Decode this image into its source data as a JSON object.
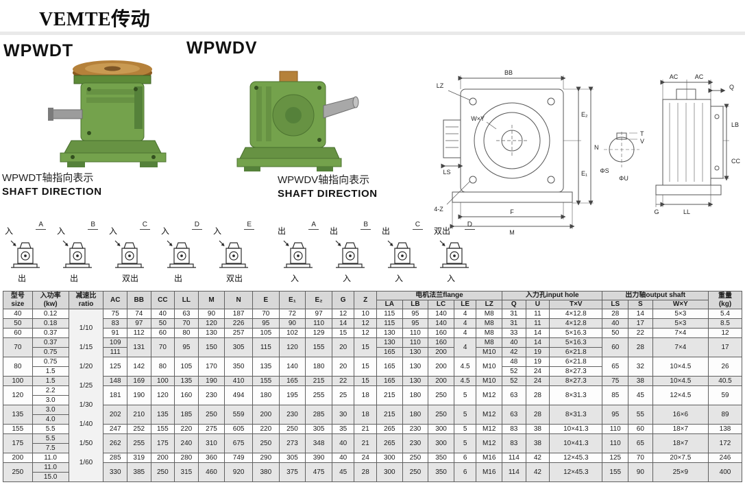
{
  "header": {
    "logo": "VEMTE传动"
  },
  "colors": {
    "body_green": "#74a24c",
    "bronze": "#b5813a",
    "table_header_bg": "#d8d8d8",
    "row_shade": "#e5e5e5",
    "divider": "#e9e9e9"
  },
  "products": {
    "wpwdt": {
      "title": "WPWDT",
      "caption_cn": "WPWDT轴指向表示",
      "caption_en": "SHAFT DIRECTION"
    },
    "wpwdv": {
      "title": "WPWDV",
      "caption_cn": "WPWDV轴指向表示",
      "caption_en": "SHAFT DIRECTION"
    }
  },
  "diagrams": {
    "wpwdt": [
      {
        "letter": "A",
        "top": "入",
        "bottom": "出"
      },
      {
        "letter": "B",
        "top": "入",
        "bottom": "出"
      },
      {
        "letter": "C",
        "top": "入",
        "bottom": "双出"
      },
      {
        "letter": "D",
        "top": "入",
        "bottom": "出"
      },
      {
        "letter": "E",
        "top": "入",
        "bottom": "双出"
      }
    ],
    "wpwdv": [
      {
        "letter": "A",
        "top": "出",
        "bottom": "入"
      },
      {
        "letter": "B",
        "top": "出",
        "bottom": "入"
      },
      {
        "letter": "C",
        "top": "出",
        "bottom": "入"
      },
      {
        "letter": "D",
        "top": "双出",
        "bottom": "入"
      }
    ]
  },
  "drawings": {
    "front": {
      "bb": "BB",
      "lz": "LZ",
      "wxy": "W×Y",
      "e2": "E₂",
      "n": "N",
      "e1": "E₁",
      "ls": "LS",
      "four_z": "4-Z",
      "f": "F",
      "m": "M",
      "t": "T",
      "v": "V",
      "phi_s": "ΦS",
      "phi_u": "ΦU"
    },
    "side": {
      "ac1": "AC",
      "ac2": "AC",
      "q": "Q",
      "lb": "LB",
      "cc": "CC",
      "ll": "LL",
      "g": "G"
    }
  },
  "table": {
    "header": [
      [
        {
          "lines": [
            "型号",
            "size"
          ],
          "rs": 2
        },
        {
          "lines": [
            "入功率",
            "(kw)"
          ],
          "rs": 2
        },
        {
          "lines": [
            "减速比",
            "ratio"
          ],
          "rs": 2
        },
        {
          "t": "AC",
          "rs": 2
        },
        {
          "t": "BB",
          "rs": 2
        },
        {
          "t": "CC",
          "rs": 2
        },
        {
          "t": "LL",
          "rs": 2
        },
        {
          "t": "M",
          "rs": 2
        },
        {
          "t": "N",
          "rs": 2
        },
        {
          "t": "E",
          "rs": 2
        },
        {
          "t": "E₁",
          "rs": 2
        },
        {
          "t": "E₂",
          "rs": 2
        },
        {
          "t": "G",
          "rs": 2
        },
        {
          "t": "Z",
          "rs": 2
        },
        {
          "t": "电机法兰flange",
          "cs": 5
        },
        {
          "t": "入力孔input hole",
          "cs": 3
        },
        {
          "t": "出力轴output shaft",
          "cs": 3
        },
        {
          "lines": [
            "重量",
            "(kg)"
          ],
          "rs": 2
        }
      ],
      [
        "LA",
        "LB",
        "LC",
        "LE",
        "LZ",
        "Q",
        "U",
        "T×V",
        "LS",
        "S",
        "W×Y"
      ]
    ],
    "rows": [
      {
        "shade": false,
        "cells": [
          "40",
          "0.12",
          {
            "lines": [
              "1/10",
              "1/15",
              "1/20",
              "1/25",
              "1/30",
              "1/40",
              "1/50",
              "1/60"
            ],
            "rs": 18,
            "cls": "ratio-cell"
          },
          "75",
          "74",
          "40",
          "63",
          "90",
          "187",
          "70",
          "72",
          "97",
          "12",
          "10",
          "115",
          "95",
          "140",
          "4",
          "M8",
          "31",
          "11",
          "4×12.8",
          "28",
          "14",
          "5×3",
          "5.4"
        ]
      },
      {
        "shade": true,
        "cells": [
          "50",
          "0.18",
          "83",
          "97",
          "50",
          "70",
          "120",
          "226",
          "95",
          "90",
          "110",
          "14",
          "12",
          "115",
          "95",
          "140",
          "4",
          "M8",
          "31",
          "11",
          "4×12.8",
          "40",
          "17",
          "5×3",
          "8.5"
        ]
      },
      {
        "shade": false,
        "cells": [
          "60",
          "0.37",
          "91",
          "112",
          "60",
          "80",
          "130",
          "257",
          "105",
          "102",
          "129",
          "15",
          "12",
          "130",
          "110",
          "160",
          "4",
          "M8",
          "33",
          "14",
          "5×16.3",
          "50",
          "22",
          "7×4",
          "12"
        ]
      },
      {
        "shade": true,
        "cells": [
          {
            "t": "70",
            "rs": 2
          },
          "0.37",
          "109",
          {
            "t": "131",
            "rs": 2
          },
          {
            "t": "70",
            "rs": 2
          },
          {
            "t": "95",
            "rs": 2
          },
          {
            "t": "150",
            "rs": 2
          },
          {
            "t": "305",
            "rs": 2
          },
          {
            "t": "115",
            "rs": 2
          },
          {
            "t": "120",
            "rs": 2
          },
          {
            "t": "155",
            "rs": 2
          },
          {
            "t": "20",
            "rs": 2
          },
          {
            "t": "15",
            "rs": 2
          },
          "130",
          "110",
          "160",
          {
            "t": "4",
            "rs": 2
          },
          "M8",
          "40",
          "14",
          "5×16.3",
          {
            "t": "60",
            "rs": 2
          },
          {
            "t": "28",
            "rs": 2
          },
          {
            "t": "7×4",
            "rs": 2
          },
          {
            "t": "17",
            "rs": 2
          }
        ]
      },
      {
        "shade": true,
        "cells": [
          "0.75",
          "111",
          "165",
          "130",
          "200",
          "M10",
          "42",
          "19",
          "6×21.8"
        ]
      },
      {
        "shade": false,
        "cells": [
          {
            "t": "80",
            "rs": 2
          },
          "0.75",
          {
            "t": "125",
            "rs": 2
          },
          {
            "t": "142",
            "rs": 2
          },
          {
            "t": "80",
            "rs": 2
          },
          {
            "t": "105",
            "rs": 2
          },
          {
            "t": "170",
            "rs": 2
          },
          {
            "t": "350",
            "rs": 2
          },
          {
            "t": "135",
            "rs": 2
          },
          {
            "t": "140",
            "rs": 2
          },
          {
            "t": "180",
            "rs": 2
          },
          {
            "t": "20",
            "rs": 2
          },
          {
            "t": "15",
            "rs": 2
          },
          {
            "t": "165",
            "rs": 2
          },
          {
            "t": "130",
            "rs": 2
          },
          {
            "t": "200",
            "rs": 2
          },
          {
            "t": "4.5",
            "rs": 2
          },
          {
            "t": "M10",
            "rs": 2
          },
          "48",
          "19",
          "6×21.8",
          {
            "t": "65",
            "rs": 2
          },
          {
            "t": "32",
            "rs": 2
          },
          {
            "t": "10×4.5",
            "rs": 2
          },
          {
            "t": "26",
            "rs": 2
          }
        ]
      },
      {
        "shade": false,
        "cells": [
          "1.5",
          "52",
          "24",
          "8×27.3"
        ]
      },
      {
        "shade": true,
        "cells": [
          "100",
          "1.5",
          "148",
          "169",
          "100",
          "135",
          "190",
          "410",
          "155",
          "165",
          "215",
          "22",
          "15",
          "165",
          "130",
          "200",
          "4.5",
          "M10",
          "52",
          "24",
          "8×27.3",
          "75",
          "38",
          "10×4.5",
          "40.5"
        ]
      },
      {
        "shade": false,
        "cells": [
          {
            "t": "120",
            "rs": 2
          },
          "2.2",
          {
            "t": "181",
            "rs": 2
          },
          {
            "t": "190",
            "rs": 2
          },
          {
            "t": "120",
            "rs": 2
          },
          {
            "t": "160",
            "rs": 2
          },
          {
            "t": "230",
            "rs": 2
          },
          {
            "t": "494",
            "rs": 2
          },
          {
            "t": "180",
            "rs": 2
          },
          {
            "t": "195",
            "rs": 2
          },
          {
            "t": "255",
            "rs": 2
          },
          {
            "t": "25",
            "rs": 2
          },
          {
            "t": "18",
            "rs": 2
          },
          {
            "t": "215",
            "rs": 2
          },
          {
            "t": "180",
            "rs": 2
          },
          {
            "t": "250",
            "rs": 2
          },
          {
            "t": "5",
            "rs": 2
          },
          {
            "t": "M12",
            "rs": 2
          },
          {
            "t": "63",
            "rs": 2
          },
          {
            "t": "28",
            "rs": 2
          },
          {
            "t": "8×31.3",
            "rs": 2
          },
          {
            "t": "85",
            "rs": 2
          },
          {
            "t": "45",
            "rs": 2
          },
          {
            "t": "12×4.5",
            "rs": 2
          },
          {
            "t": "59",
            "rs": 2
          }
        ]
      },
      {
        "shade": false,
        "cells": [
          "3.0"
        ]
      },
      {
        "shade": true,
        "cells": [
          {
            "t": "135",
            "rs": 2
          },
          "3.0",
          {
            "t": "202",
            "rs": 2
          },
          {
            "t": "210",
            "rs": 2
          },
          {
            "t": "135",
            "rs": 2
          },
          {
            "t": "185",
            "rs": 2
          },
          {
            "t": "250",
            "rs": 2
          },
          {
            "t": "559",
            "rs": 2
          },
          {
            "t": "200",
            "rs": 2
          },
          {
            "t": "230",
            "rs": 2
          },
          {
            "t": "285",
            "rs": 2
          },
          {
            "t": "30",
            "rs": 2
          },
          {
            "t": "18",
            "rs": 2
          },
          {
            "t": "215",
            "rs": 2
          },
          {
            "t": "180",
            "rs": 2
          },
          {
            "t": "250",
            "rs": 2
          },
          {
            "t": "5",
            "rs": 2
          },
          {
            "t": "M12",
            "rs": 2
          },
          {
            "t": "63",
            "rs": 2
          },
          {
            "t": "28",
            "rs": 2
          },
          {
            "t": "8×31.3",
            "rs": 2
          },
          {
            "t": "95",
            "rs": 2
          },
          {
            "t": "55",
            "rs": 2
          },
          {
            "t": "16×6",
            "rs": 2
          },
          {
            "t": "89",
            "rs": 2
          }
        ]
      },
      {
        "shade": true,
        "cells": [
          "4.0"
        ]
      },
      {
        "shade": false,
        "cells": [
          "155",
          "5.5",
          "247",
          "252",
          "155",
          "220",
          "275",
          "605",
          "220",
          "250",
          "305",
          "35",
          "21",
          "265",
          "230",
          "300",
          "5",
          "M12",
          "83",
          "38",
          "10×41.3",
          "110",
          "60",
          "18×7",
          "138"
        ]
      },
      {
        "shade": true,
        "cells": [
          {
            "t": "175",
            "rs": 2
          },
          "5.5",
          {
            "t": "262",
            "rs": 2
          },
          {
            "t": "255",
            "rs": 2
          },
          {
            "t": "175",
            "rs": 2
          },
          {
            "t": "240",
            "rs": 2
          },
          {
            "t": "310",
            "rs": 2
          },
          {
            "t": "675",
            "rs": 2
          },
          {
            "t": "250",
            "rs": 2
          },
          {
            "t": "273",
            "rs": 2
          },
          {
            "t": "348",
            "rs": 2
          },
          {
            "t": "40",
            "rs": 2
          },
          {
            "t": "21",
            "rs": 2
          },
          {
            "t": "265",
            "rs": 2
          },
          {
            "t": "230",
            "rs": 2
          },
          {
            "t": "300",
            "rs": 2
          },
          {
            "t": "5",
            "rs": 2
          },
          {
            "t": "M12",
            "rs": 2
          },
          {
            "t": "83",
            "rs": 2
          },
          {
            "t": "38",
            "rs": 2
          },
          {
            "t": "10×41.3",
            "rs": 2
          },
          {
            "t": "110",
            "rs": 2
          },
          {
            "t": "65",
            "rs": 2
          },
          {
            "t": "18×7",
            "rs": 2
          },
          {
            "t": "172",
            "rs": 2
          }
        ]
      },
      {
        "shade": true,
        "cells": [
          "7.5"
        ]
      },
      {
        "shade": false,
        "cells": [
          "200",
          "11.0",
          "285",
          "319",
          "200",
          "280",
          "360",
          "749",
          "290",
          "305",
          "390",
          "40",
          "24",
          "300",
          "250",
          "350",
          "6",
          "M16",
          "114",
          "42",
          "12×45.3",
          "125",
          "70",
          "20×7.5",
          "246"
        ]
      },
      {
        "shade": true,
        "cells": [
          {
            "t": "250",
            "rs": 2
          },
          "11.0",
          {
            "t": "330",
            "rs": 2
          },
          {
            "t": "385",
            "rs": 2
          },
          {
            "t": "250",
            "rs": 2
          },
          {
            "t": "315",
            "rs": 2
          },
          {
            "t": "460",
            "rs": 2
          },
          {
            "t": "920",
            "rs": 2
          },
          {
            "t": "380",
            "rs": 2
          },
          {
            "t": "375",
            "rs": 2
          },
          {
            "t": "475",
            "rs": 2
          },
          {
            "t": "45",
            "rs": 2
          },
          {
            "t": "28",
            "rs": 2
          },
          {
            "t": "300",
            "rs": 2
          },
          {
            "t": "250",
            "rs": 2
          },
          {
            "t": "350",
            "rs": 2
          },
          {
            "t": "6",
            "rs": 2
          },
          {
            "t": "M16",
            "rs": 2
          },
          {
            "t": "114",
            "rs": 2
          },
          {
            "t": "42",
            "rs": 2
          },
          {
            "t": "12×45.3",
            "rs": 2
          },
          {
            "t": "155",
            "rs": 2
          },
          {
            "t": "90",
            "rs": 2
          },
          {
            "t": "25×9",
            "rs": 2
          },
          {
            "t": "400",
            "rs": 2
          }
        ]
      },
      {
        "shade": true,
        "cells": [
          "15.0"
        ]
      }
    ]
  }
}
